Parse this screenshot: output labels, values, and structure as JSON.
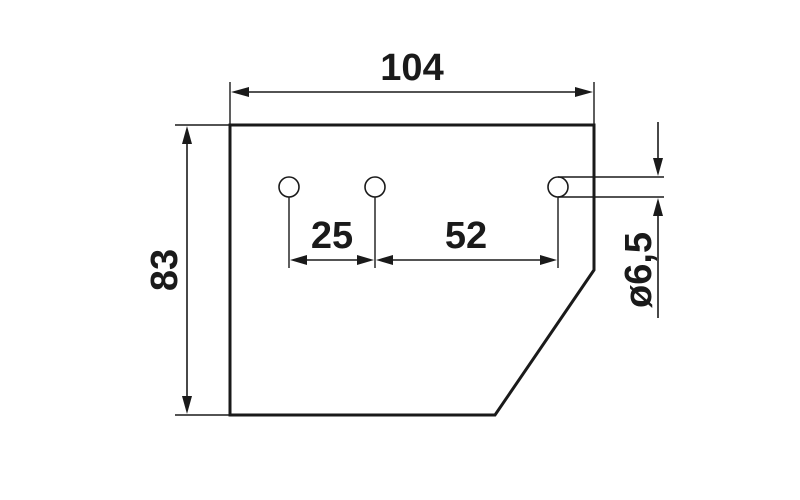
{
  "drawing": {
    "dimensions": {
      "width": "104",
      "height": "83",
      "hole_spacing_1": "25",
      "hole_spacing_2": "52",
      "hole_diameter": "ø6,5"
    },
    "hole_count": 3
  }
}
